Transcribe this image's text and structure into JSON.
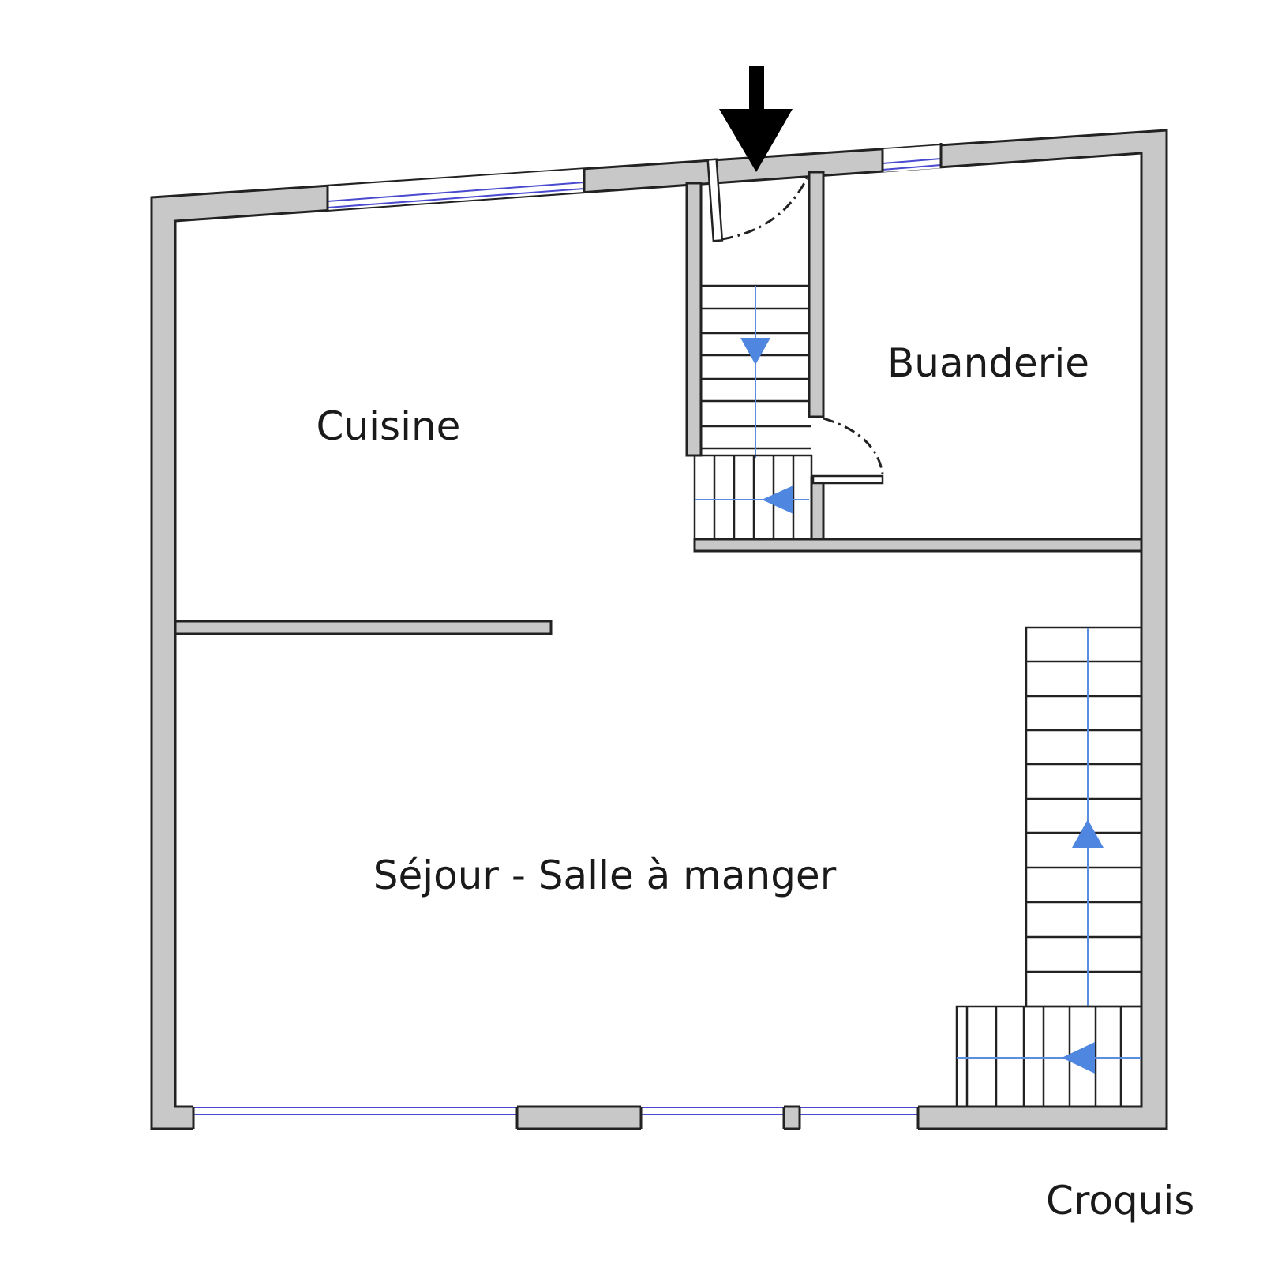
{
  "rooms": {
    "kitchen": "Cuisine",
    "laundry": "Buanderie",
    "living": "Séjour - Salle à manger"
  },
  "caption": "Croquis",
  "colors": {
    "wall": "#c8c8c8",
    "window": "#4a4ad0",
    "stair_arrow": "#4f86e0"
  },
  "icons": {
    "entrance": "entrance-arrow-icon"
  }
}
